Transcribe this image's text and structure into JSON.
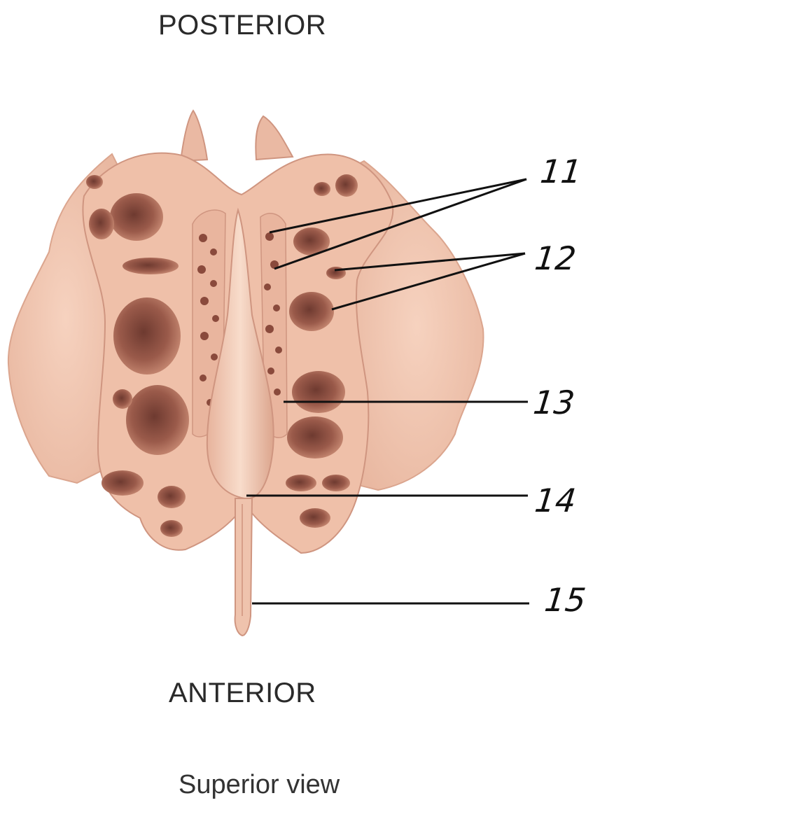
{
  "orientation": {
    "top": "POSTERIOR",
    "bottom": "ANTERIOR"
  },
  "caption": "Superior view",
  "callouts": [
    {
      "number": "11",
      "pointer_count": 2
    },
    {
      "number": "12",
      "pointer_count": 2
    },
    {
      "number": "13",
      "pointer_count": 1
    },
    {
      "number": "14",
      "pointer_count": 1
    },
    {
      "number": "15",
      "pointer_count": 1
    }
  ],
  "colors": {
    "bone": "#efc3ad",
    "bone_light": "#f6d6c3",
    "bone_shadow": "#d8a08a",
    "cavity": "#9a5a4a",
    "cavity_deep": "#6e3a30",
    "line": "#111111"
  }
}
